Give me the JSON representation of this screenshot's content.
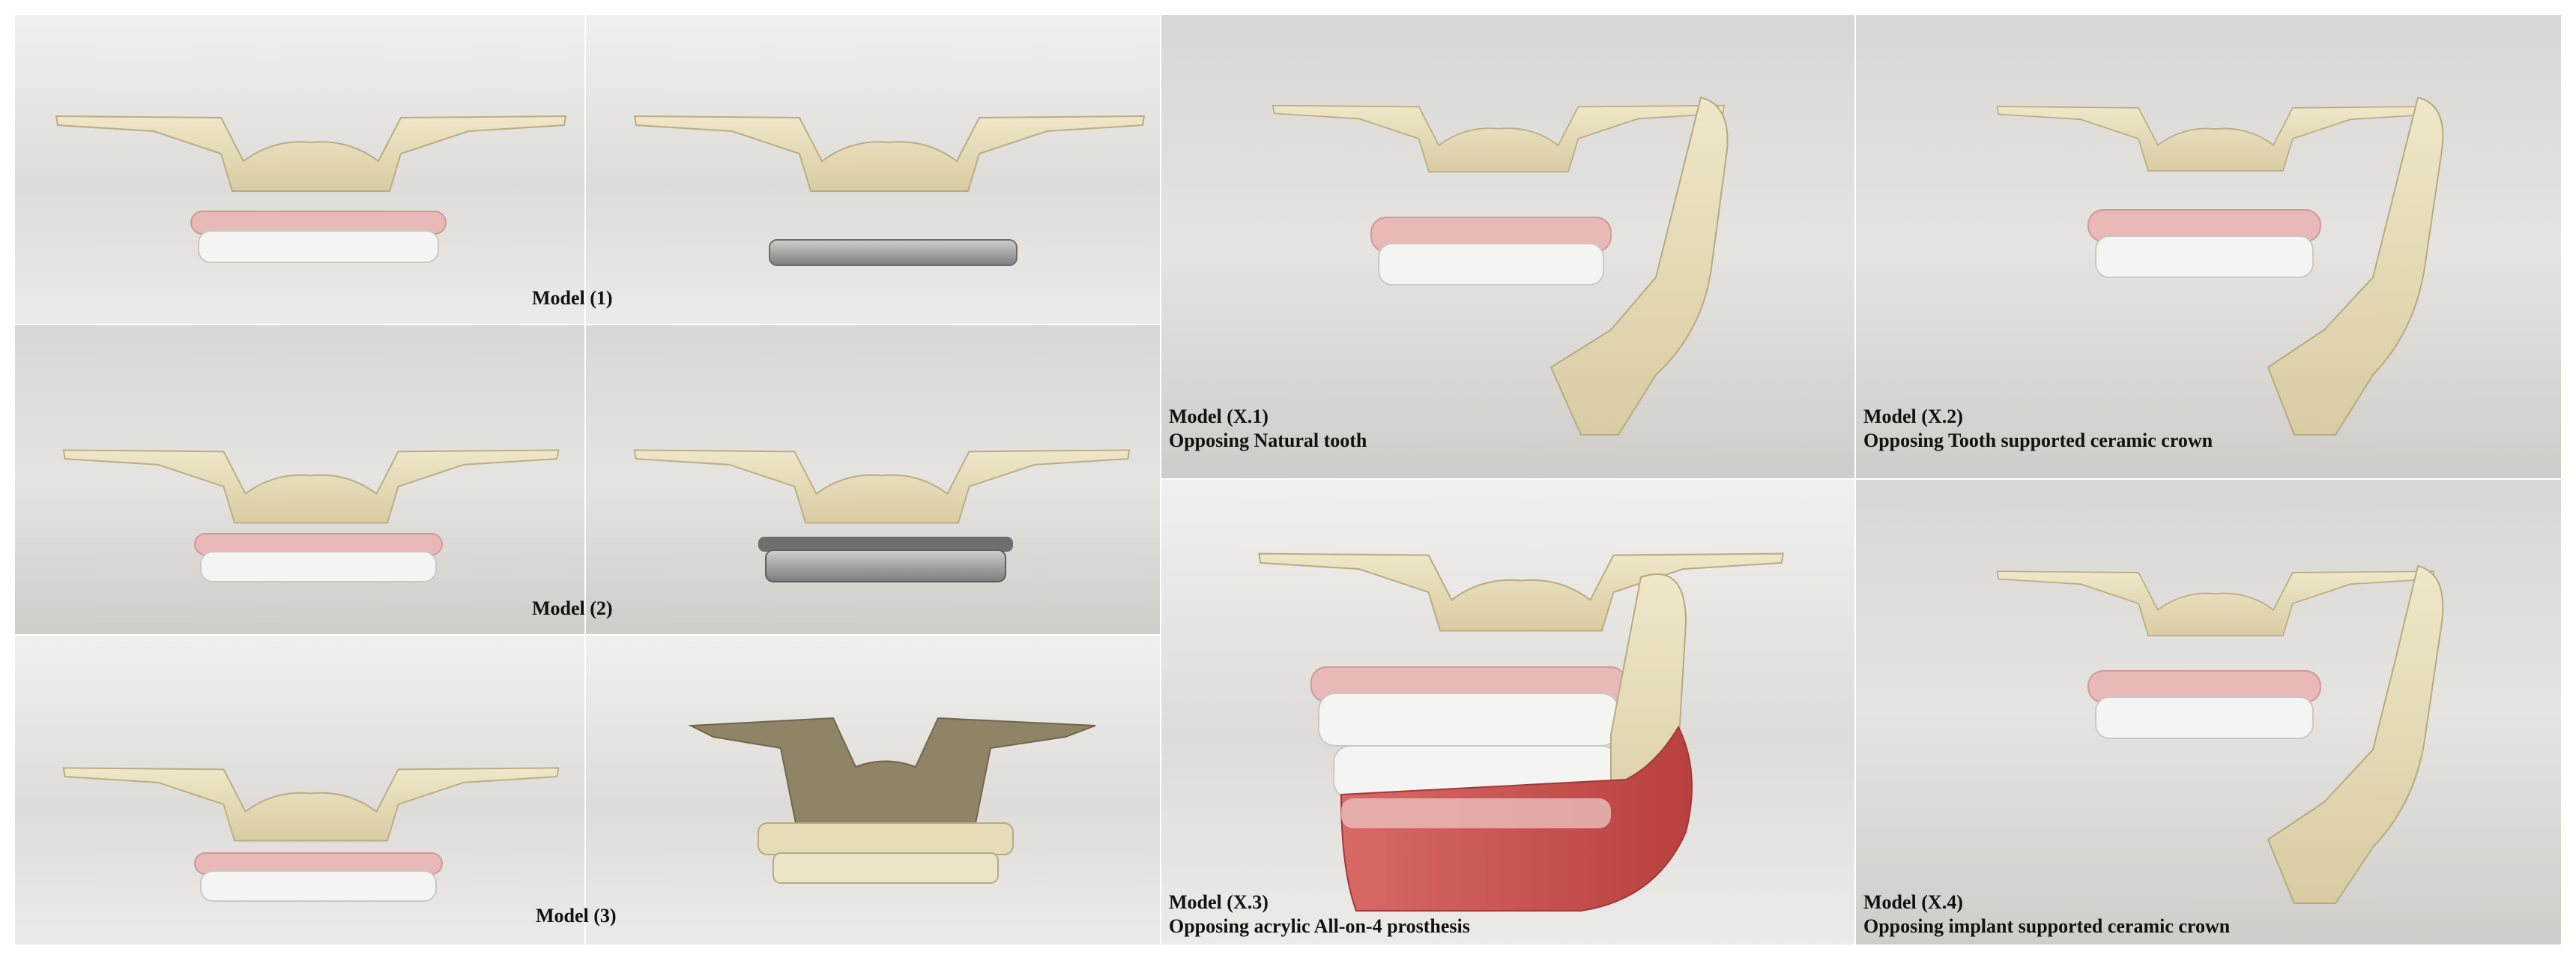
{
  "figure": {
    "rows": [
      {
        "label": "Model (1)",
        "pair": [
          "Model (1) conventional view",
          "Model (1) framework view"
        ]
      },
      {
        "label": "Model (2)",
        "pair": [
          "Model (2) conventional view",
          "Model (2) framework view"
        ]
      },
      {
        "label": "Model (3)",
        "pair": [
          "Model (3) conventional view",
          "Model (3) framework view"
        ]
      }
    ],
    "occlusion": [
      {
        "title": "Model (X.1)",
        "subtitle": "Opposing Natural tooth"
      },
      {
        "title": "Model (X.2)",
        "subtitle": "Opposing Tooth supported ceramic crown"
      },
      {
        "title": "Model (X.3)",
        "subtitle": "Opposing acrylic All-on-4 prosthesis"
      },
      {
        "title": "Model (X.4)",
        "subtitle": "Opposing implant supported ceramic crown"
      }
    ]
  },
  "colors": {
    "bone": "#e6dcb8",
    "bone_shade": "#c9bd92",
    "gum_pink": "#e8b9b6",
    "teeth": "#f4f4f2",
    "metal": "#9a9a9a",
    "acrylic_red": "#c9504e",
    "bg_light": "#e9e8e6",
    "bg_mid": "#d6d5d2"
  }
}
